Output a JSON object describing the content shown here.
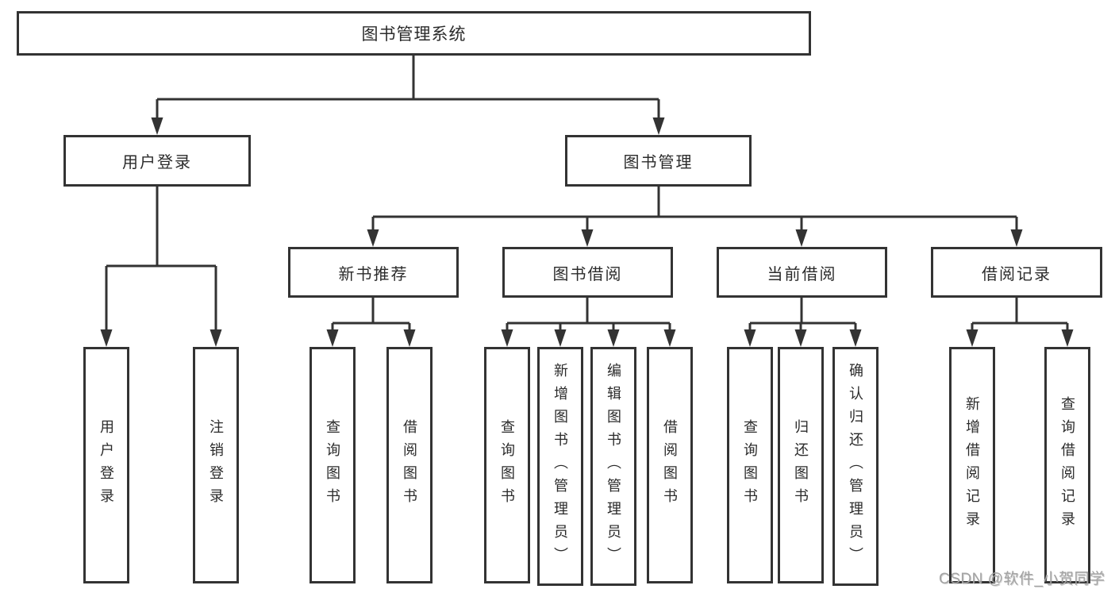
{
  "colors": {
    "line": "#333333",
    "text": "#2b2b2b",
    "background": "#ffffff",
    "watermark": "#a3a3a3"
  },
  "watermark": {
    "text": "CSDN @软件_小贺同学"
  },
  "tree": {
    "label": "图书管理系统",
    "children": [
      {
        "label": "用户登录",
        "children": [
          {
            "label": "用户登录"
          },
          {
            "label": "注销登录"
          }
        ]
      },
      {
        "label": "图书管理",
        "children": [
          {
            "label": "新书推荐",
            "children": [
              {
                "label": "查询图书"
              },
              {
                "label": "借阅图书"
              }
            ]
          },
          {
            "label": "图书借阅",
            "children": [
              {
                "label": "查询图书"
              },
              {
                "label": "新增图书（管理员）"
              },
              {
                "label": "编辑图书（管理员）"
              },
              {
                "label": "借阅图书"
              }
            ]
          },
          {
            "label": "当前借阅",
            "children": [
              {
                "label": "查询图书"
              },
              {
                "label": "归还图书"
              },
              {
                "label": "确认归还（管理员）"
              }
            ]
          },
          {
            "label": "借阅记录",
            "children": [
              {
                "label": "新增借阅记录"
              },
              {
                "label": "查询借阅记录"
              }
            ]
          }
        ]
      }
    ]
  }
}
